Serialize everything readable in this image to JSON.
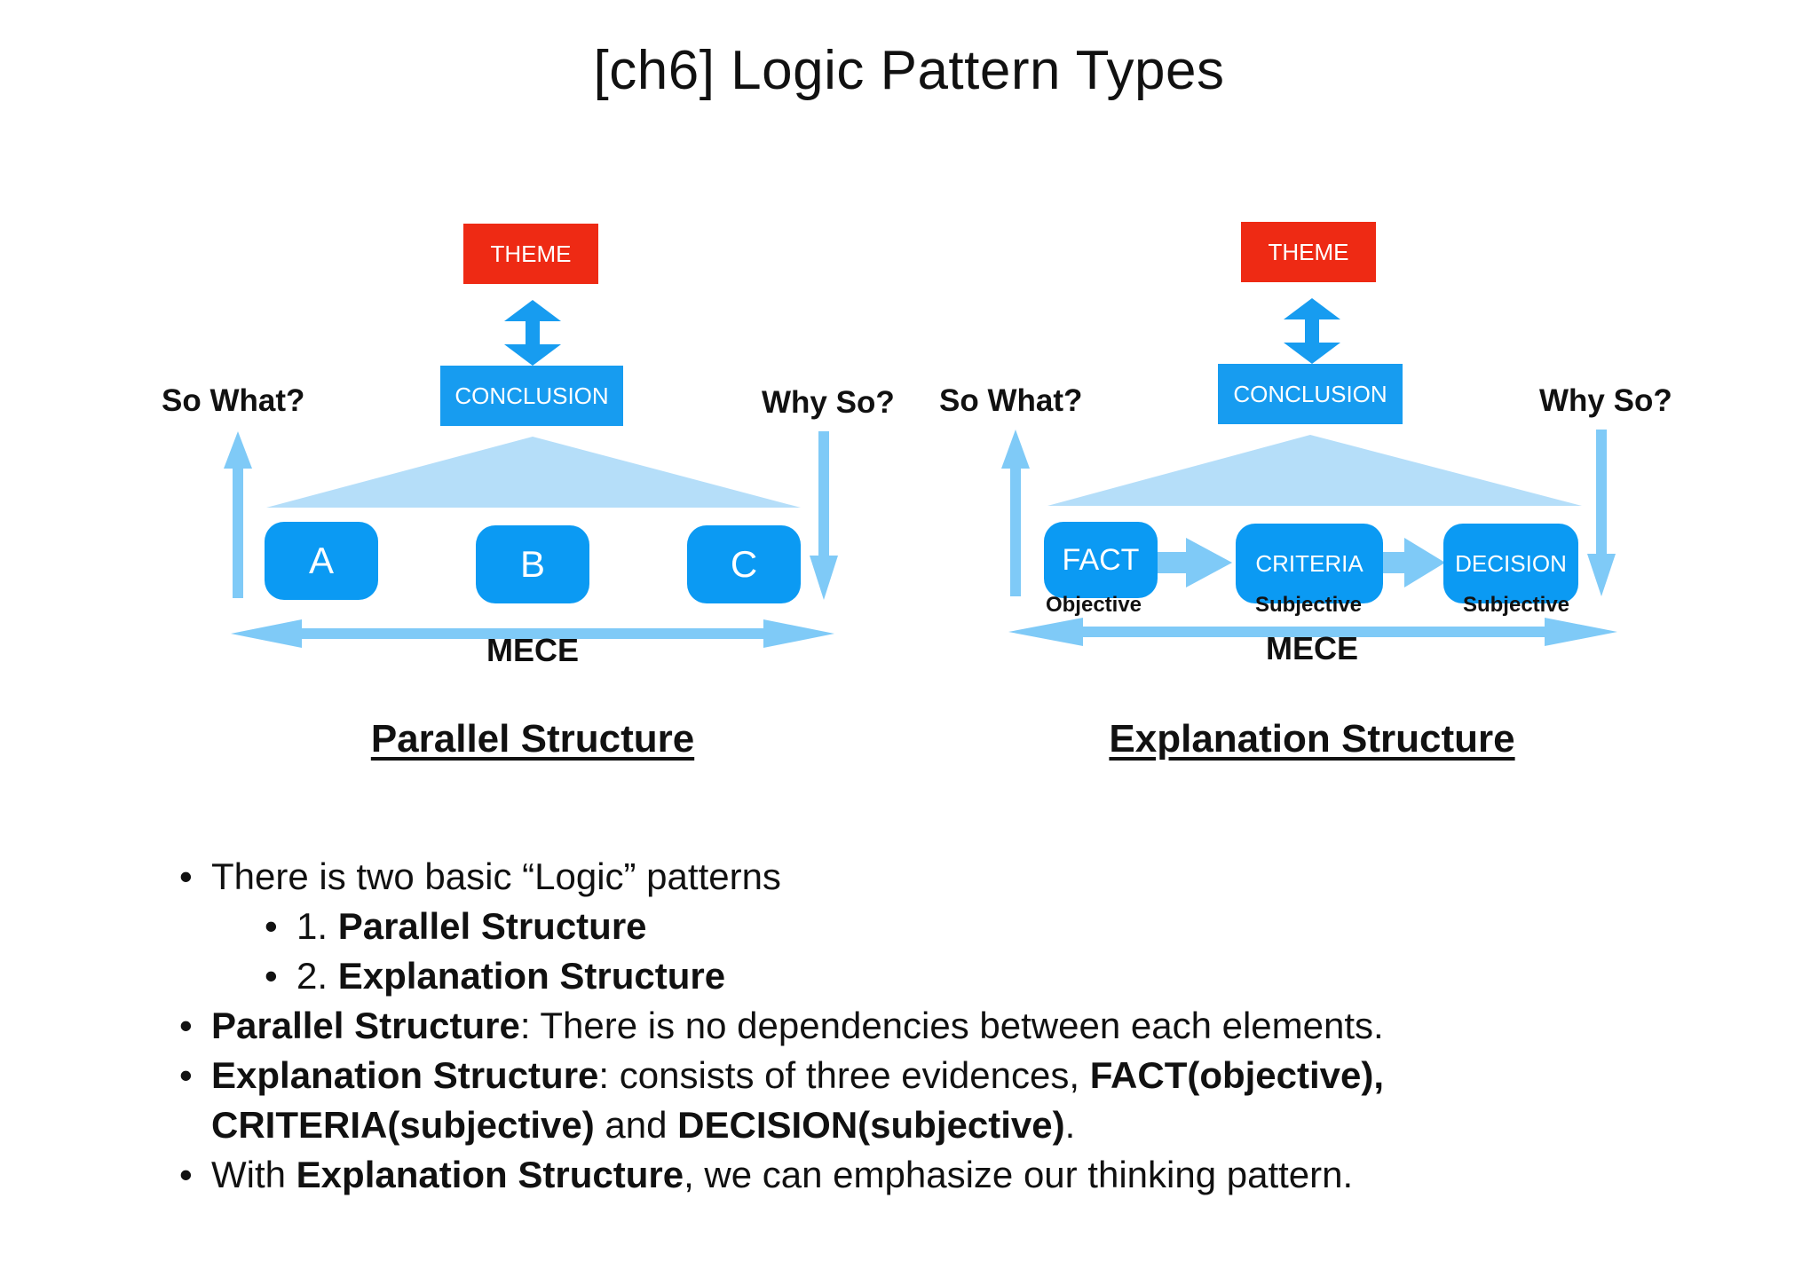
{
  "title": "[ch6] Logic Pattern Types",
  "colors": {
    "theme": "#ee2a14",
    "conclusion": "#179cf0",
    "node": "#0b9af3",
    "arrow": "#7fcaf7",
    "triangle": "#b5def9"
  },
  "parallel": {
    "theme": "THEME",
    "conclusion": "CONCLUSION",
    "so_what": "So What?",
    "why_so": "Why So?",
    "nodes": [
      "A",
      "B",
      "C"
    ],
    "mece": "MECE",
    "caption": "Parallel Structure"
  },
  "explanation": {
    "theme": "THEME",
    "conclusion": "CONCLUSION",
    "so_what": "So What?",
    "why_so": "Why So?",
    "nodes": [
      {
        "label": "FACT",
        "sub": "Objective"
      },
      {
        "label": "CRITERIA",
        "sub": "Subjective"
      },
      {
        "label": "DECISION",
        "sub": "Subjective"
      }
    ],
    "mece": "MECE",
    "caption": "Explanation Structure"
  },
  "bullets": {
    "b1": "There is two basic “Logic” patterns",
    "b1a_num": "1. ",
    "b1a": "Parallel Structure",
    "b1b_num": "2. ",
    "b1b": "Explanation Structure",
    "b2_bold": "Parallel Structure",
    "b2_text": ": There is no dependencies between each elements.",
    "b3_bold": "Explanation Structure",
    "b3_text": ": consists of three evidences, ",
    "b3_fact": "FACT(objective),",
    "b3_criteria": "CRITERIA(subjective)",
    "b3_and": " and ",
    "b3_decision": "DECISION(subjective)",
    "b3_end": ".",
    "b4_pre": "With ",
    "b4_bold": "Explanation Structure",
    "b4_text": ", we can emphasize our thinking pattern."
  }
}
